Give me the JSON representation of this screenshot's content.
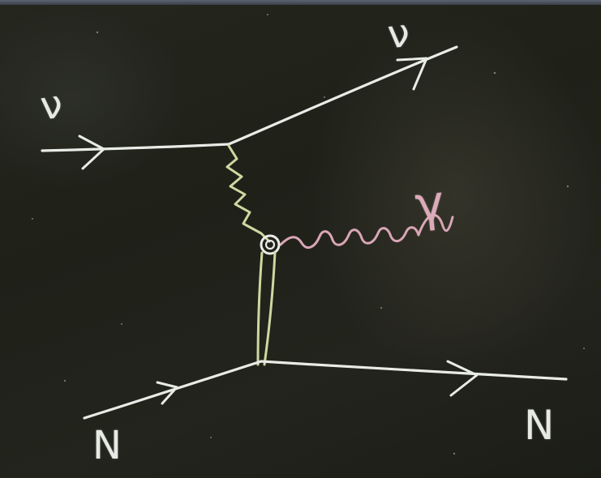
{
  "labels": {
    "nu_in": "ν",
    "nu_out": "ν",
    "gamma": "γ",
    "N_in": "N",
    "N_out": "N"
  },
  "colors": {
    "chalk_white": "#e9ece6",
    "chalk_yellow": "#cfd8a0",
    "chalk_pink": "#d9a6b6",
    "board": "#1f2119"
  }
}
